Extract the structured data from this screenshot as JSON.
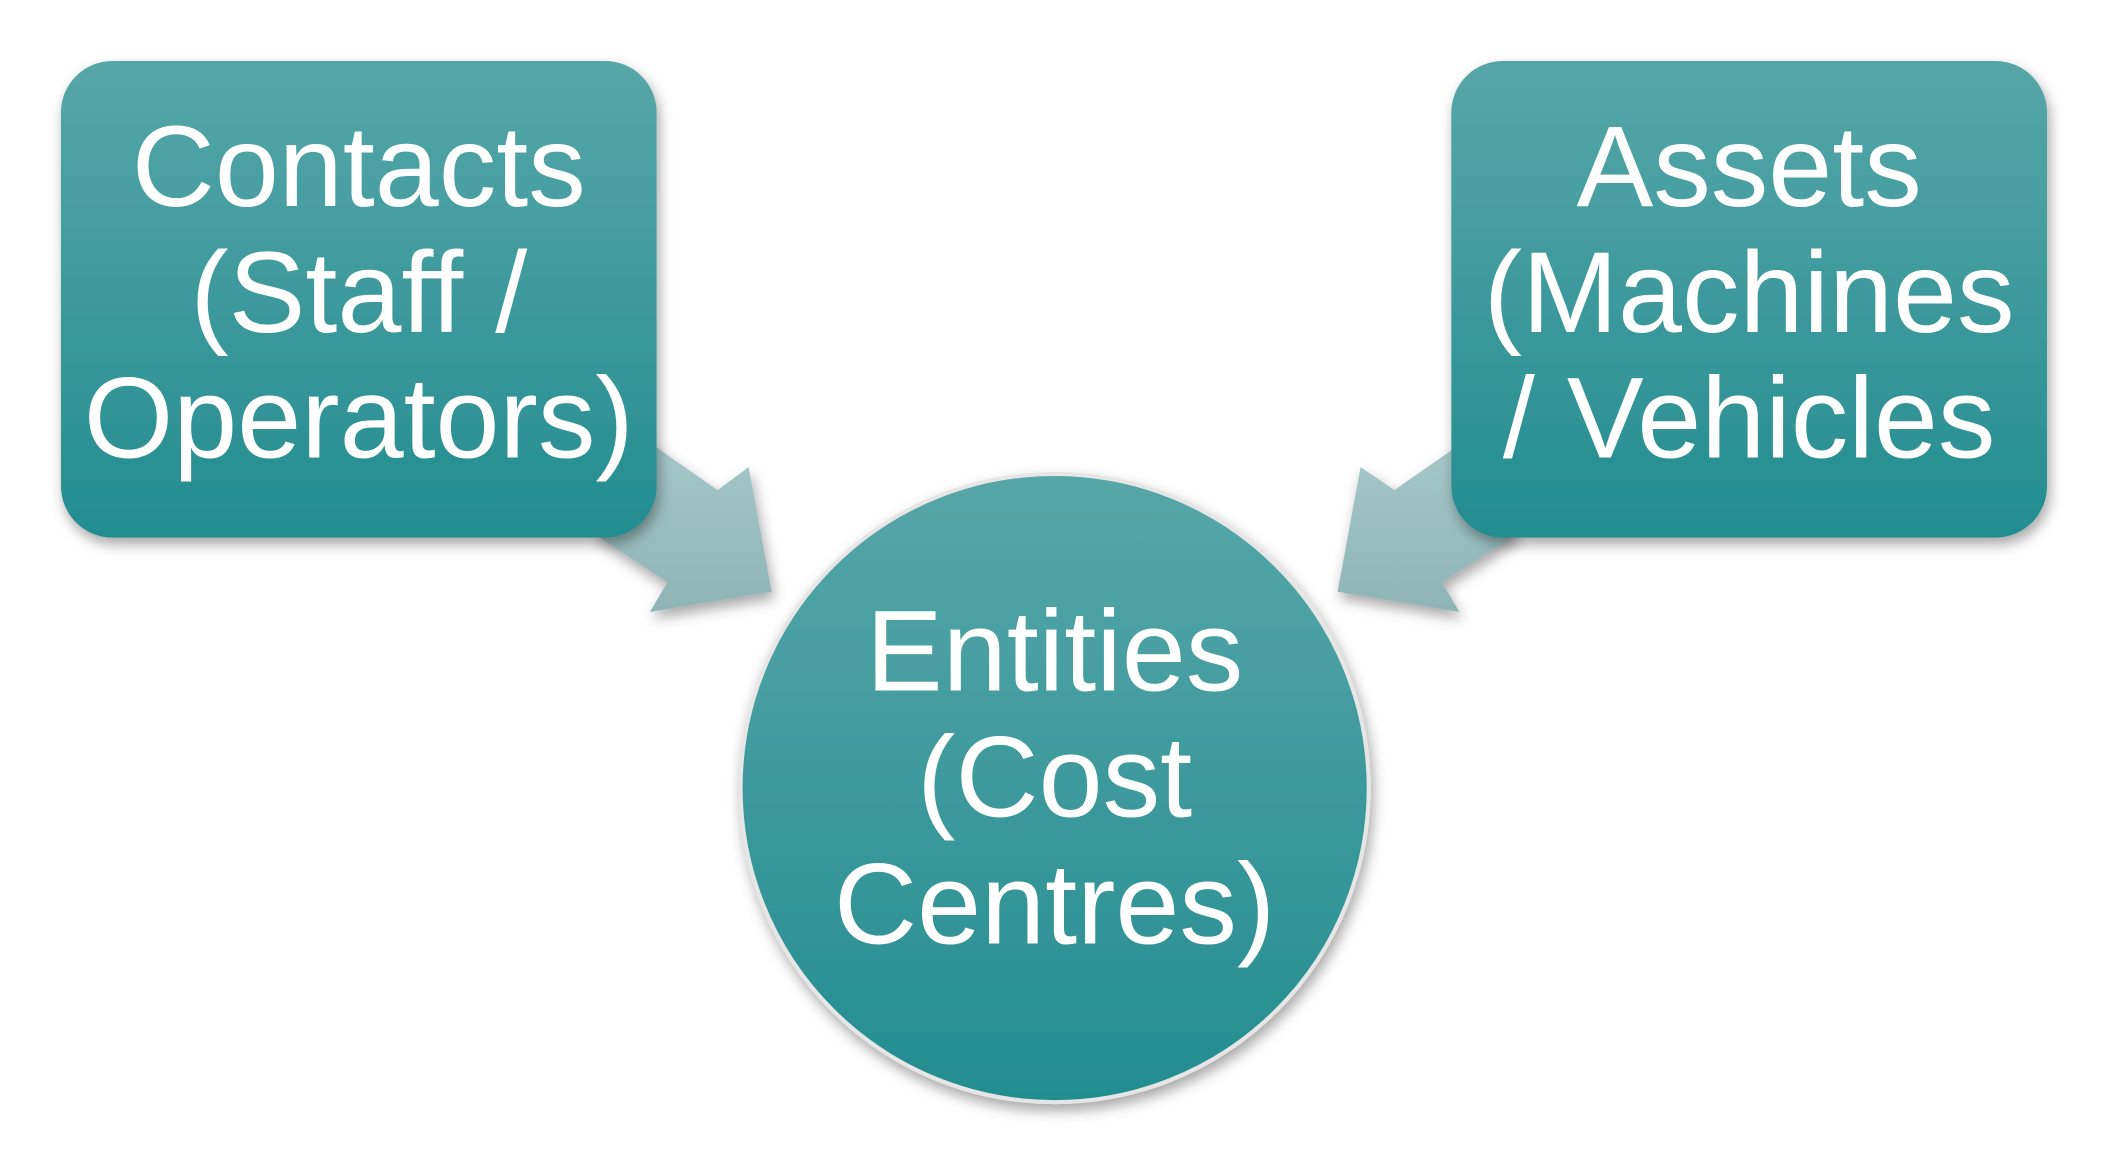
{
  "diagram": {
    "contacts": {
      "lines": [
        "Contacts",
        "(Staff /",
        "Operators)"
      ]
    },
    "assets": {
      "lines": [
        "Assets",
        "(Machines",
        "/ Vehicles"
      ]
    },
    "entities": {
      "lines": [
        "Entities",
        "(Cost",
        "Centres)"
      ]
    }
  },
  "colors": {
    "teal_top": "#57a6a8",
    "teal_bottom": "#238d8f",
    "arrow_top": "#a8c8ca",
    "arrow_bottom": "#8fb4b6"
  }
}
